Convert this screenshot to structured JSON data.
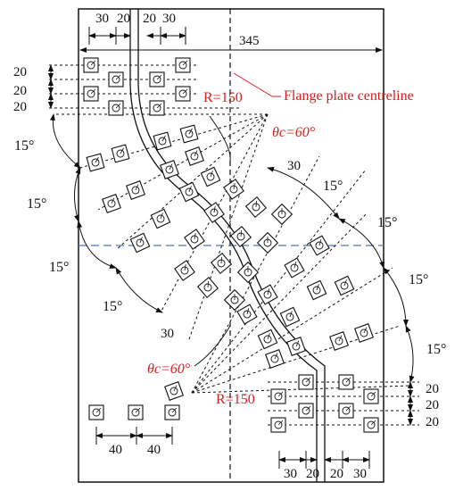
{
  "colors": {
    "annotation": "#d21f1f",
    "centreline": "#4a78b8",
    "lines": "#111111"
  },
  "labels": {
    "plate_width": "345",
    "centreline_note": "Flange plate centreline",
    "radius_top": "R=150",
    "radius_bottom": "R=150",
    "theta_top": "θc=60°",
    "theta_bottom": "θc=60°",
    "diag_top": "30",
    "diag_bottom": "30",
    "top_dims": [
      "30",
      "20",
      "20",
      "30"
    ],
    "bottom_dims": [
      "30",
      "20",
      "20",
      "30"
    ],
    "left_vert_dims": [
      "20",
      "20",
      "20"
    ],
    "right_vert_dims": [
      "20",
      "20",
      "20"
    ],
    "bottom_left_dims": [
      "40",
      "40"
    ],
    "angle_left": [
      "15°",
      "15°",
      "15°",
      "15°"
    ],
    "angle_right": [
      "15°",
      "15°",
      "15°",
      "15°"
    ]
  }
}
